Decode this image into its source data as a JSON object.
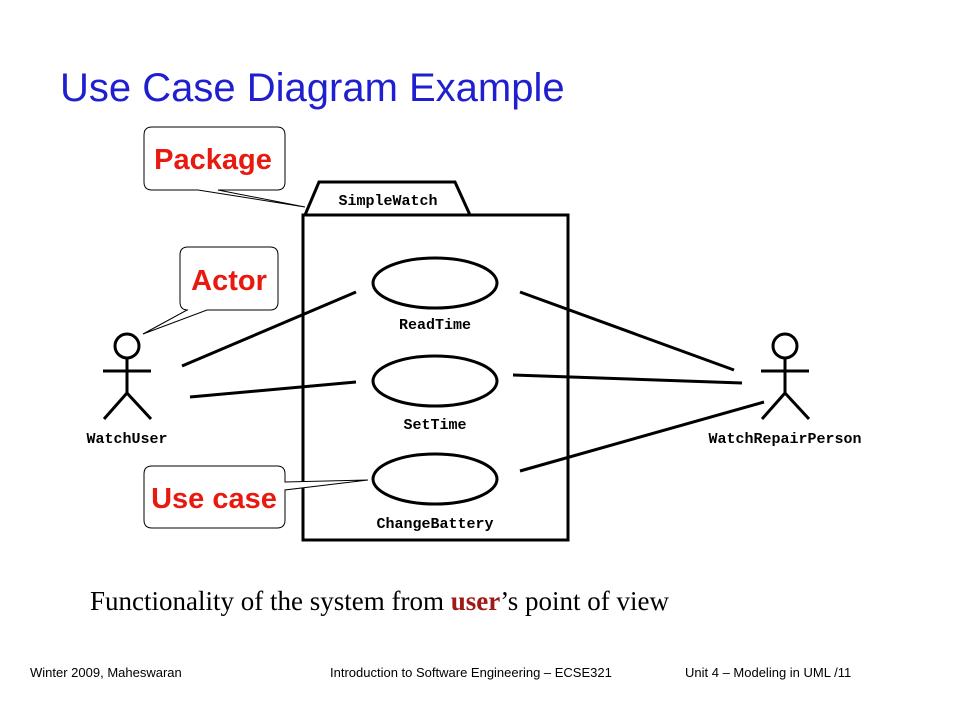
{
  "title": "Use Case Diagram Example",
  "package": {
    "name": "SimpleWatch"
  },
  "actors": [
    {
      "name": "WatchUser"
    },
    {
      "name": "WatchRepairPerson"
    }
  ],
  "use_cases": [
    {
      "name": "ReadTime"
    },
    {
      "name": "SetTime"
    },
    {
      "name": "ChangeBattery"
    }
  ],
  "callouts": {
    "package": "Package",
    "actor": "Actor",
    "use_case": "Use case",
    "color": "#e8190e"
  },
  "subtitle": {
    "before": "Functionality of the system from ",
    "highlight": "user",
    "after": "’s point of view"
  },
  "footer": {
    "left": "Winter 2009, Maheswaran",
    "center": "Introduction to Software Engineering – ECSE321",
    "right": "Unit 4 – Modeling in UML  /11"
  }
}
